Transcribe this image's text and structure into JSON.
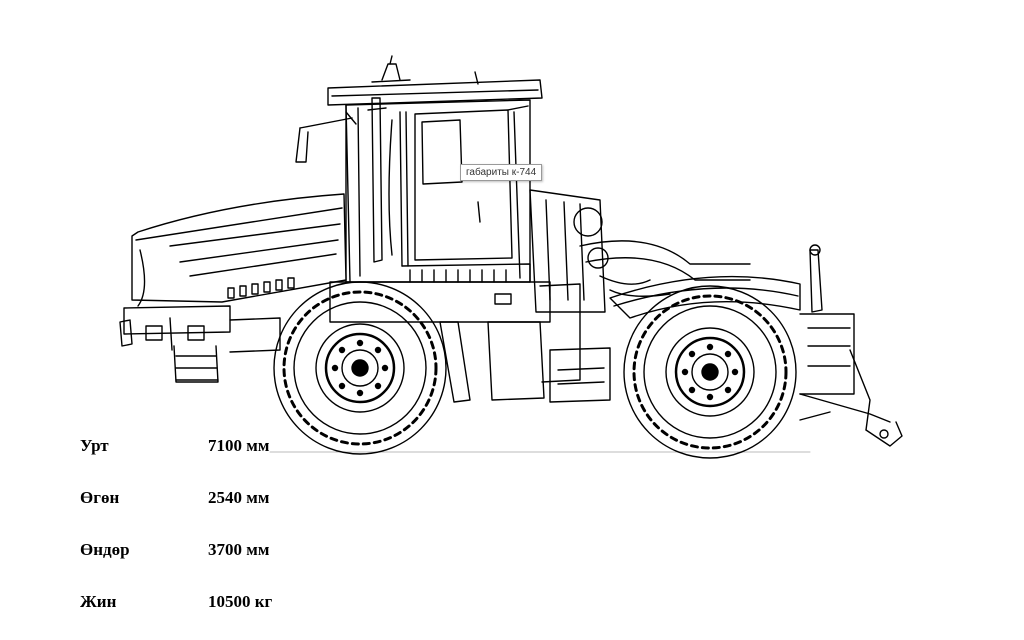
{
  "image": {
    "tooltip": "габариты к-744"
  },
  "specs": [
    {
      "label": "Урт",
      "value": "7100 мм"
    },
    {
      "label": "Өгөн",
      "value": "2540 мм"
    },
    {
      "label": "Өндөр",
      "value": "3700 мм"
    },
    {
      "label": "Жин",
      "value": "10500 кг"
    }
  ],
  "colors": {
    "line": "#000000",
    "background": "#ffffff",
    "tooltip_border": "#9a9a9a"
  }
}
